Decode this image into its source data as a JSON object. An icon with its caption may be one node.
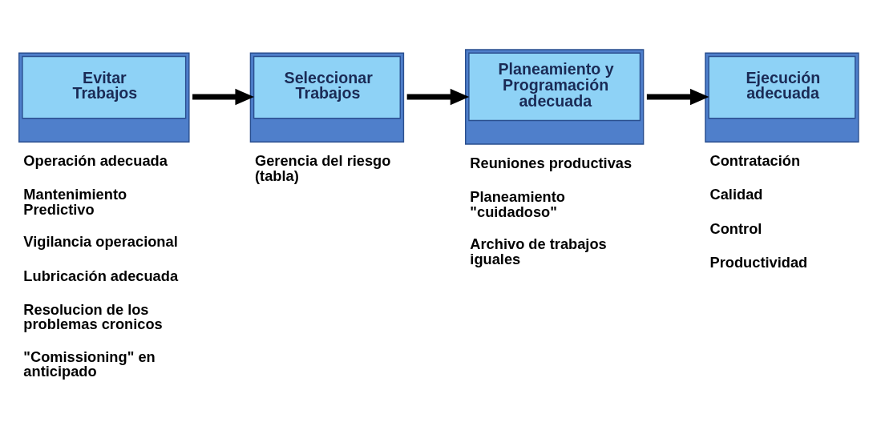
{
  "diagram": {
    "nodes": [
      {
        "text": [
          "Evitar Trabajos"
        ],
        "beside": [
          "Operación adecuada",
          "Mantenimiento Predictivo",
          "Vigilancia operacional",
          "Lubricación adecuada",
          "Resolucion de los problemas cronicos",
          "\"Comissioning\" en anticipado"
        ]
      },
      {
        "text": [
          "Seleccionar Trabajos"
        ],
        "beside": [
          "Gerencia del riesgo (tabla)"
        ]
      },
      {
        "text": [
          "Planeamiento y Programación adecuada"
        ],
        "beside": [
          "Reuniones productivas",
          "Planeamiento \"cuidadoso\"",
          "Archivo de trabajos iguales"
        ]
      },
      {
        "text": [
          "Ejecución adecuada"
        ],
        "beside": [
          "Contratación",
          "Calidad",
          "Control",
          "Productividad"
        ]
      }
    ],
    "edges": [
      {
        "from": 0,
        "to": 1,
        "arrow": "to"
      },
      {
        "from": 1,
        "to": 2,
        "arrow": "to"
      },
      {
        "from": 2,
        "to": 3,
        "arrow": "to"
      }
    ]
  }
}
